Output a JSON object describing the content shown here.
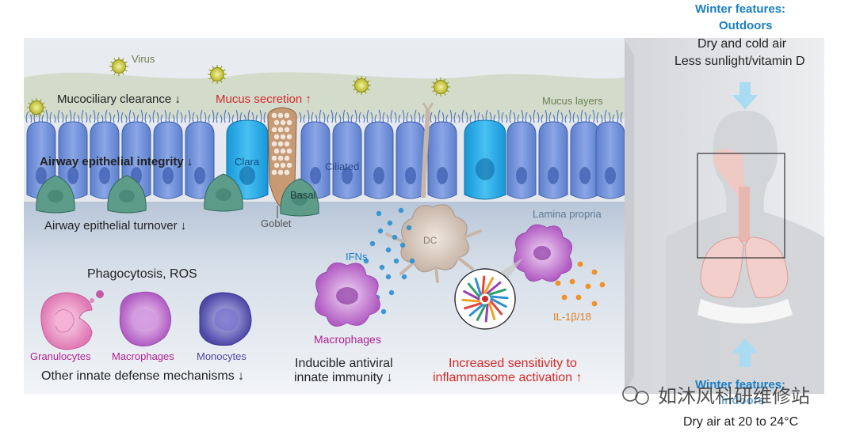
{
  "labels": {
    "virus": "Virus",
    "mucociliary": "Mucociliary clearance ↓",
    "mucus_secretion": "Mucus secretion ↑",
    "mucus_layers": "Mucus layers",
    "airway_integrity": "Airway epithelial integrity ↓",
    "clara": "Clara",
    "ciliated": "Ciliated",
    "basal": "Basal",
    "goblet": "Goblet",
    "lamina_propria": "Lamina propria",
    "turnover": "Airway epithelial turnover ↓",
    "dc": "DC",
    "ifns": "IFNs",
    "phagocytosis": "Phagocytosis, ROS",
    "granulocytes": "Granulocytes",
    "macrophages_left": "Macrophages",
    "monocytes": "Monocytes",
    "macrophages_mid": "Macrophages",
    "other_innate": "Other innate defense mechanisms ↓",
    "antiviral_line1": "Inducible antiviral",
    "antiviral_line2": "innate immunity ↓",
    "il1b": "IL-1β/18",
    "inflammasome_line1": "Increased sensitivity to",
    "inflammasome_line2": "inflammasome activation ↑"
  },
  "winter": {
    "outdoor_title": "Winter features:",
    "outdoor_sub": "Outdoors",
    "outdoor_item1": "Dry and cold air",
    "outdoor_item2": "Less sunlight/vitamin D",
    "indoor_title": "Winter features:",
    "indoor_sub": "Indoors",
    "indoor_item1": "Dry air at 20 to 24°C"
  },
  "watermark": "如沐风科研维修站",
  "colors": {
    "epithelium": "#6f8fd6",
    "clara": "#29a9e6",
    "basal": "#5e9c8a",
    "virus": "#c9c93a",
    "ifn_dots": "#2a8fd0",
    "il_dots": "#f0902a",
    "macrophage": "#b86ac8",
    "granulocyte": "#e58bbf",
    "monocyte": "#5b56b0",
    "red_text": "#d42a2a",
    "blue_text": "#1a7fc4"
  }
}
